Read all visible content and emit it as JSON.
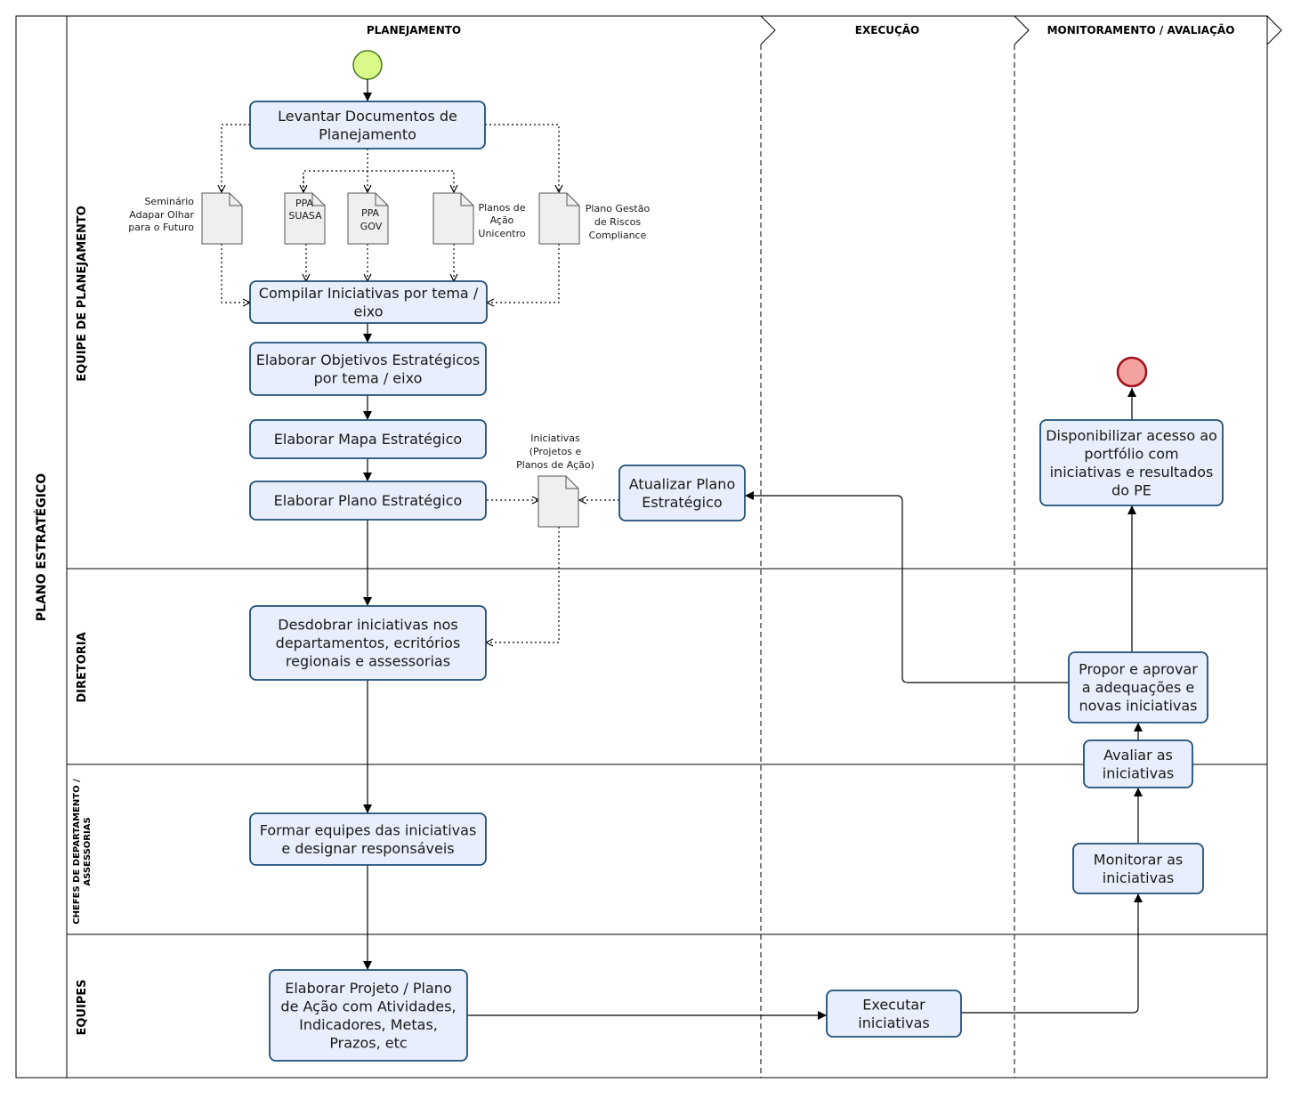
{
  "pool": {
    "title": "PLANO ESTRATÉGICO"
  },
  "phases": [
    "PLANEJAMENTO",
    "EXECUÇÃO",
    "MONITORAMENTO / AVALIAÇÃO"
  ],
  "lanes": [
    [
      "EQUIPE DE PLANEJAMENTO"
    ],
    [
      "DIRETORIA"
    ],
    [
      "CHEFES DE DEPARTAMENTO /",
      "ASSESSORIAS"
    ],
    [
      "EQUIPES"
    ]
  ],
  "tasks": {
    "levantar": [
      "Levantar Documentos de",
      "Planejamento"
    ],
    "compilar": [
      "Compilar Iniciativas por tema /",
      "eixo"
    ],
    "objetivos": [
      "Elaborar Objetivos Estratégicos",
      "por tema / eixo"
    ],
    "mapa": [
      "Elaborar Mapa Estratégico"
    ],
    "plano": [
      "Elaborar Plano Estratégico"
    ],
    "atualizar": [
      "Atualizar Plano",
      "Estratégico"
    ],
    "desdobrar": [
      "Desdobrar iniciativas nos",
      "departamentos, ecritórios",
      "regionais e assessorias"
    ],
    "formar": [
      "Formar equipes das iniciativas",
      "e designar responsáveis"
    ],
    "projeto": [
      "Elaborar Projeto / Plano",
      "de Ação com Atividades,",
      "Indicadores, Metas,",
      "Prazos, etc"
    ],
    "executar": [
      "Executar",
      "iniciativas"
    ],
    "monitorar": [
      "Monitorar as",
      "iniciativas"
    ],
    "avaliar": [
      "Avaliar as",
      "iniciativas"
    ],
    "propor": [
      "Propor e aprovar",
      "a adequações  e",
      "novas iniciativas"
    ],
    "disponibilizar": [
      "Disponibilizar acesso ao",
      "portfólio com",
      "iniciativas e resultados",
      "do PE"
    ]
  },
  "documents": {
    "ppa_suasa": [
      "PPA",
      "SUASA"
    ],
    "ppa_gov": [
      "PPA",
      "GOV"
    ]
  },
  "annotations": {
    "seminario": [
      "Seminário",
      "Adapar Olhar",
      "para o Futuro"
    ],
    "planos_acao": [
      "Planos de",
      "Ação",
      "Unicentro"
    ],
    "gestao_riscos": [
      "Plano Gestão",
      "de Riscos",
      "Compliance"
    ],
    "iniciativas": [
      "Iniciativas",
      "(Projetos e",
      "Planos de Ação)"
    ]
  },
  "colors": {
    "task_fill": "#e8eefb",
    "task_stroke": "#1f4e79",
    "doc_fill": "#efefef",
    "start_fill": "#d9fa8a",
    "start_stroke": "#4a7a1a",
    "end_fill": "#f2a0a0",
    "end_stroke": "#a0101a",
    "line": "#000000"
  }
}
